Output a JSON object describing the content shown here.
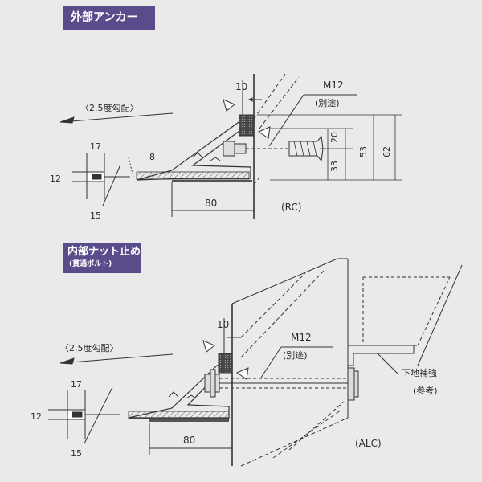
{
  "sections": [
    {
      "badge": "外部アンカー",
      "slope": "〈2.5度勾配〉",
      "dims": {
        "d10": "10",
        "m12": "M12",
        "bet": "(別途)",
        "d20": "20",
        "d33": "33",
        "d53": "53",
        "d62": "62",
        "d17": "17",
        "d12": "12",
        "d15": "15",
        "d8": "8",
        "d80": "80"
      },
      "wall": "(RC)"
    },
    {
      "badge": "内部ナット止め",
      "badge_sub": "(貫通ボルト)",
      "slope": "〈2.5度勾配〉",
      "dims": {
        "d10": "10",
        "m12": "M12",
        "bet": "(別途)",
        "d17": "17",
        "d12": "12",
        "d15": "15",
        "d80": "80"
      },
      "wall": "(ALC)",
      "reinforce": "下地補強",
      "ref": "(参考)"
    }
  ]
}
